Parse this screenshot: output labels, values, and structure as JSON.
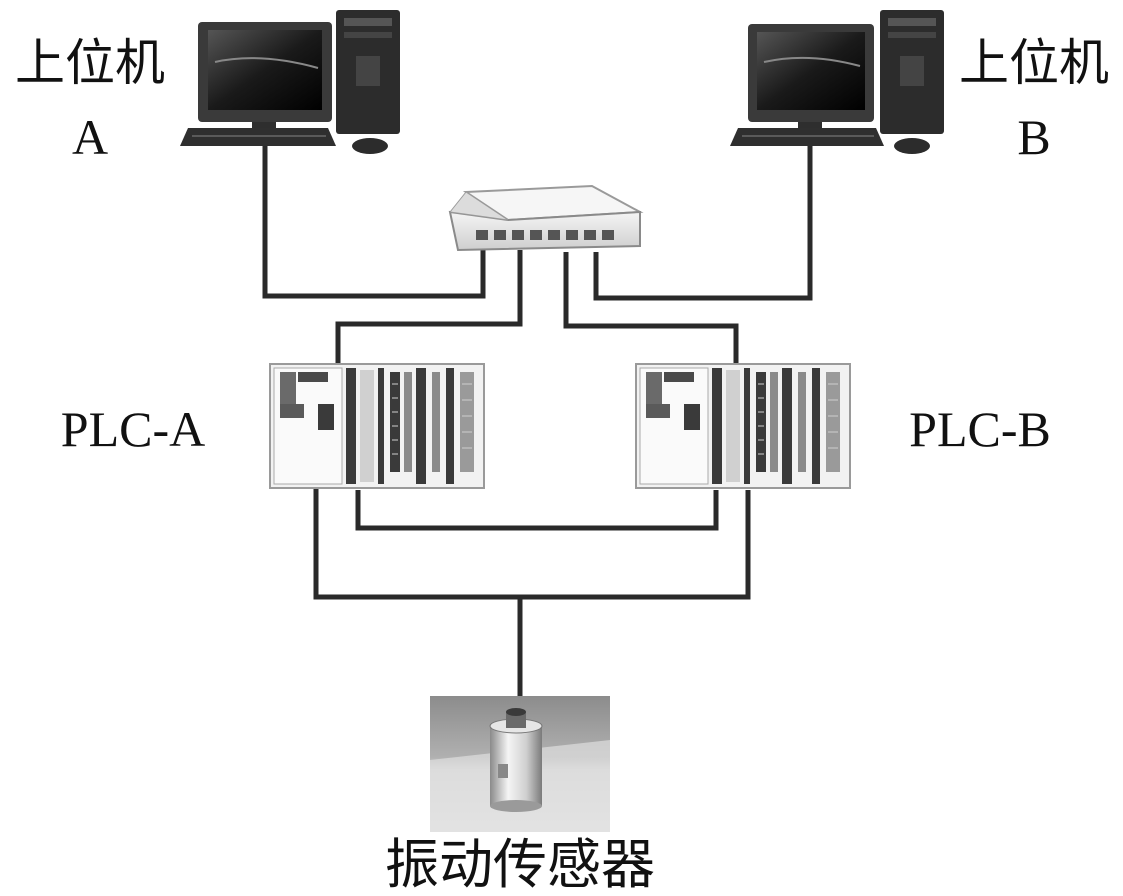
{
  "hosts": {
    "a": {
      "line1": "上位机",
      "line2": "A"
    },
    "b": {
      "line1": "上位机",
      "line2": "B"
    }
  },
  "plcs": {
    "a": {
      "label": "PLC-A"
    },
    "b": {
      "label": "PLC-B"
    }
  },
  "sensor": {
    "label": "振动传感器"
  },
  "colors": {
    "wire": "#2a2a2a",
    "monitor_body": "#3a3a3a",
    "screen": "#141414",
    "tower": "#2c2c2c",
    "switch": "#e6e6e6",
    "plc_module": "#f2f2f2",
    "photo_bg": "#9a9a9a"
  }
}
